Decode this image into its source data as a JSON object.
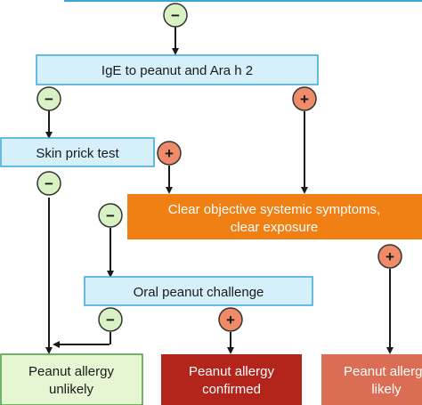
{
  "nodes": {
    "ige": "IgE to peanut and Ara h 2",
    "skin": "Skin prick test",
    "symptoms_line1": "Clear objective systemic symptoms,",
    "symptoms_line2": "clear exposure",
    "challenge": "Oral peanut challenge",
    "unlikely_line1": "Peanut allergy",
    "unlikely_line2": "unlikely",
    "confirmed_line1": "Peanut allergy",
    "confirmed_line2": "confirmed",
    "likely_line1": "Peanut allergy",
    "likely_line2": "likely"
  },
  "signs": {
    "negative": "−",
    "positive": "+"
  },
  "colors": {
    "test_fill": "#d6f0fb",
    "test_border": "#3aa6d8",
    "decision_fill": "#f07f14",
    "unlikely_fill": "#e7f6d2",
    "unlikely_border": "#4a9c3a",
    "confirmed_fill": "#b3241b",
    "likely_fill": "#db6d55",
    "neg_circle": "#d9f2c4",
    "pos_circle": "#ef8b68",
    "arrow": "#1a1a1a"
  }
}
